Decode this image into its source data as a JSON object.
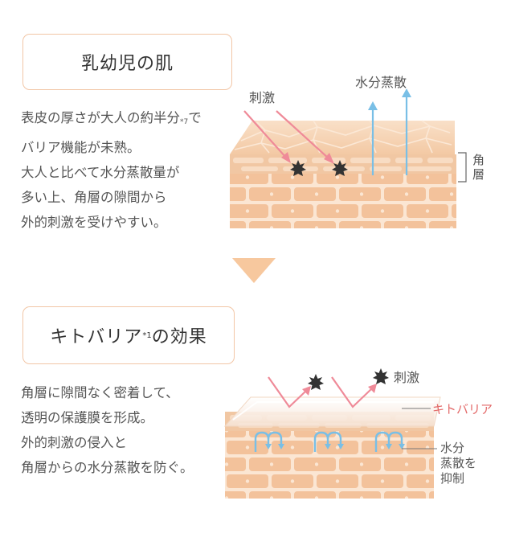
{
  "section1": {
    "title": "乳幼児の肌",
    "desc_line1_main": "表皮の厚さが大人の約半分",
    "desc_line1_note": "*7",
    "desc_line1_end": "で",
    "desc_lines": [
      "バリア機能が未熟。",
      "大人と比べて水分蒸散量が",
      "多い上、角層の隙間から",
      "外的刺激を受けやすい。"
    ],
    "label_stimulus": "刺激",
    "label_evaporation": "水分蒸散",
    "label_stratum": "角層"
  },
  "section2": {
    "title_main": "キトバリア",
    "title_note": "*1",
    "title_end": "の効果",
    "desc_lines": [
      "角層に隙間なく密着して、",
      "透明の保護膜を形成。",
      "外的刺激の侵入と",
      "角層からの水分蒸散を防ぐ。"
    ],
    "label_stimulus": "刺激",
    "label_barrier": "キトバリア",
    "label_suppress_lines": [
      "水分",
      "蒸散を",
      "抑制"
    ]
  },
  "colors": {
    "title_border": "#f2c6a6",
    "skin_top": "#f6d3b2",
    "brick": "#f3c29b",
    "mortar": "#fbe6d3",
    "arrow_pink": "#ef8a98",
    "arrow_blue": "#79bfe6",
    "triangle": "#f7c89e",
    "barrier_red": "#e36a6a"
  }
}
